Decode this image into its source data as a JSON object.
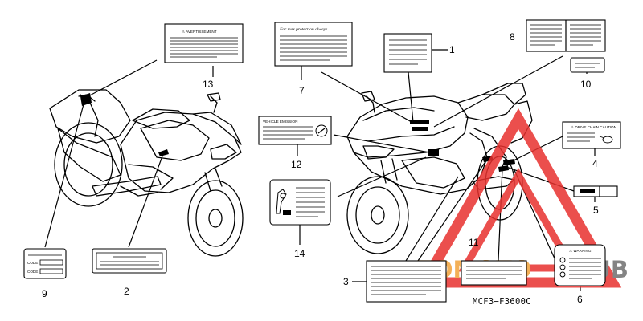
{
  "callouts": {
    "c1": "1",
    "c2": "2",
    "c3": "3",
    "c4": "4",
    "c5": "5",
    "c6": "6",
    "c7": "7",
    "c8": "8",
    "c9": "9",
    "c10": "10",
    "c11": "11",
    "c12": "12",
    "c13": "13",
    "c14": "14"
  },
  "labels": {
    "avertissement": "⚠ AVERTISSEMENT",
    "protection": "For max protection always",
    "code_1": "CODE",
    "code_2": "CODE",
    "warning": "⚠ WARNING",
    "caution": "⚠ DRIVE CHAIN CAUTION",
    "vehicle_info": "VEHICLE EMISSION"
  },
  "diagram_code": "MCF3−F3600C",
  "watermark": {
    "part1": "AUTOMOTO",
    "part2": "HUB",
    "color_part1": "#f2a33a",
    "color_part2": "#6f6f6f",
    "triangle_color": "#e8312e"
  }
}
